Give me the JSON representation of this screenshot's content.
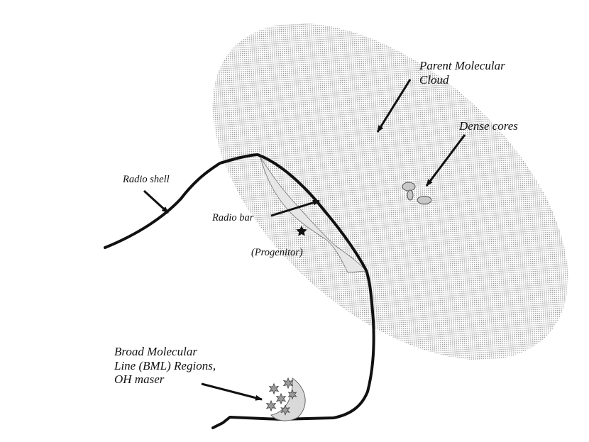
{
  "labels": {
    "parent_cloud": [
      "Parent Molecular",
      "Cloud"
    ],
    "dense_cores": "Dense cores",
    "radio_shell": "Radio shell",
    "radio_bar": "Radio bar",
    "progenitor": "(Progenitor)",
    "bml": [
      "Broad Molecular",
      "Line (BML) Regions,",
      "OH maser"
    ]
  },
  "colors": {
    "ink": "#111111",
    "cloud_dot": "#8a8a8a",
    "bar_fill": "#e6e6e6",
    "bml_fill": "#d9d9d9",
    "core_fill": "#c8c8c8"
  }
}
